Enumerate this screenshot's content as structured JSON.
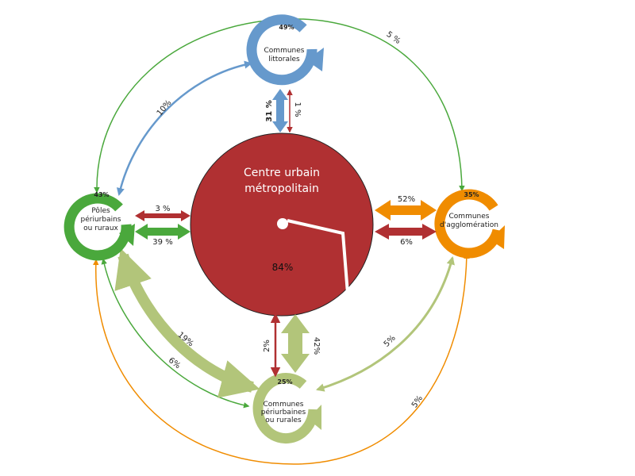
{
  "diagram": {
    "colors": {
      "centre": "#b03032",
      "littorales": "#6699cc",
      "poles": "#4aa83c",
      "agglomeration": "#f08c00",
      "periurbaines": "#b2c57a"
    },
    "nodes": {
      "centre": {
        "name_line1": "Centre urbain",
        "name_line2": "métropolitain",
        "internal_pct": "84%"
      },
      "littorales": {
        "name_line1": "Communes",
        "name_line2": "littorales",
        "name_line3": "",
        "internal_pct": "49%"
      },
      "poles": {
        "name_line1": "Pôles",
        "name_line2": "périurbains",
        "name_line3": "ou ruraux",
        "internal_pct": "43%"
      },
      "agglomeration": {
        "name_line1": "Communes",
        "name_line2": "d'agglomération",
        "name_line3": "",
        "internal_pct": "35%"
      },
      "periurbaines": {
        "name_line1": "Communes",
        "name_line2": "périurbaines",
        "name_line3": "ou rurales",
        "internal_pct": "25%"
      }
    },
    "flows": {
      "littorales_to_centre": "31 %",
      "centre_to_littorales": "1 %",
      "centre_to_poles": "3 %",
      "poles_to_centre": "39 %",
      "agglomeration_to_centre": "52%",
      "centre_to_agglomeration": "6%",
      "centre_to_periurbaines": "2%",
      "periurbaines_to_centre": "42%",
      "poles_littorales": "10%",
      "littorales_agglomeration_arc": "5 %",
      "periurbaines_poles": "19%",
      "poles_periurbaines": "6%",
      "periurbaines_agglomeration": "5%",
      "poles_agglomeration_arc": "5%"
    }
  }
}
